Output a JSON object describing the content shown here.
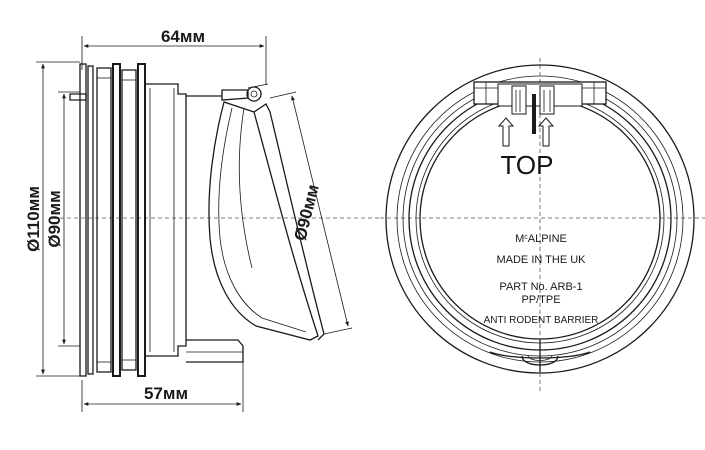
{
  "side_view": {
    "dim_top": "64мм",
    "dim_bottom": "57мм",
    "dim_outer_diameter": "Ø110мм",
    "dim_inner_diameter": "Ø90мм",
    "dim_flap_diameter": "Ø90мм"
  },
  "front_view": {
    "top_label": "TOP",
    "brand": "McALPINE",
    "brand_prefix": "M",
    "brand_superscript": "c",
    "brand_suffix": "ALPINE",
    "origin": "MADE IN THE UK",
    "part_number": "PART No. ARB-1",
    "material": "PP/TPE",
    "product_name": "ANTI RODENT BARRIER"
  }
}
